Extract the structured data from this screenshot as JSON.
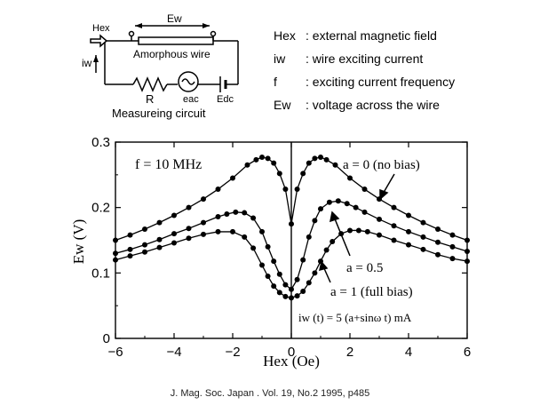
{
  "circuit": {
    "title": "Measureing circuit",
    "wire_label": "Amorphous wire",
    "hex_label": "Hex",
    "ew_label": "Ew",
    "iw_label": "iw",
    "r_label": "R",
    "eac_label": "eac",
    "edc_label": "Edc"
  },
  "legend": [
    {
      "symbol": "Hex",
      "sub": "ex",
      "text": ": external magnetic field"
    },
    {
      "symbol": "iw",
      "sub": "w",
      "text": ": wire exciting current"
    },
    {
      "symbol": "f",
      "sub": "",
      "text": ": exciting current frequency"
    },
    {
      "symbol": "Ew",
      "sub": "w",
      "text": ": voltage across the wire"
    }
  ],
  "caption": "J. Mag. Soc. Japan . Vol. 19, No.2 1995, p485",
  "chart_data": {
    "type": "line",
    "xlabel": "Hex  (Oe)",
    "ylabel": "Ew  (V)",
    "xlim": [
      -6,
      6
    ],
    "ylim": [
      0,
      0.3
    ],
    "xticks": [
      -6,
      -4,
      -2,
      0,
      2,
      4,
      6
    ],
    "yticks": [
      0,
      0.1,
      0.2,
      0.3
    ],
    "ytick_labels": [
      "0",
      "0.1",
      "0.2",
      "0.3"
    ],
    "grid": false,
    "annotations": {
      "freq": "f = 10 MHz",
      "current": "iw (t) = 5 (a+sinω t) mA"
    },
    "series": [
      {
        "name": "a = 0  (no bias)",
        "x": [
          -6,
          -5.5,
          -5,
          -4.5,
          -4,
          -3.5,
          -3,
          -2.5,
          -2,
          -1.5,
          -1.2,
          -1,
          -0.8,
          -0.6,
          -0.4,
          -0.2,
          0,
          0.2,
          0.4,
          0.6,
          0.8,
          1,
          1.2,
          1.5,
          2,
          2.5,
          3,
          3.5,
          4,
          4.5,
          5,
          5.5,
          6
        ],
        "values": [
          0.15,
          0.158,
          0.167,
          0.177,
          0.188,
          0.2,
          0.213,
          0.228,
          0.245,
          0.265,
          0.273,
          0.277,
          0.275,
          0.268,
          0.252,
          0.228,
          0.175,
          0.228,
          0.252,
          0.268,
          0.275,
          0.277,
          0.273,
          0.265,
          0.245,
          0.228,
          0.213,
          0.2,
          0.188,
          0.177,
          0.167,
          0.158,
          0.15
        ]
      },
      {
        "name": "a = 0.5",
        "x": [
          -6,
          -5.5,
          -5,
          -4.5,
          -4,
          -3.5,
          -3,
          -2.5,
          -2.2,
          -1.9,
          -1.6,
          -1.3,
          -1,
          -0.8,
          -0.6,
          -0.4,
          -0.2,
          0,
          0.2,
          0.4,
          0.6,
          0.8,
          1,
          1.3,
          1.6,
          1.9,
          2.2,
          2.5,
          3,
          3.5,
          4,
          4.5,
          5,
          5.5,
          6
        ],
        "values": [
          0.13,
          0.136,
          0.143,
          0.151,
          0.16,
          0.168,
          0.177,
          0.186,
          0.19,
          0.193,
          0.192,
          0.184,
          0.163,
          0.14,
          0.118,
          0.098,
          0.082,
          0.075,
          0.09,
          0.12,
          0.155,
          0.18,
          0.198,
          0.208,
          0.21,
          0.206,
          0.2,
          0.193,
          0.182,
          0.172,
          0.163,
          0.155,
          0.147,
          0.14,
          0.133
        ]
      },
      {
        "name": "a = 1  (full bias)",
        "x": [
          -6,
          -5.5,
          -5,
          -4.5,
          -4,
          -3.5,
          -3,
          -2.5,
          -2,
          -1.6,
          -1.3,
          -1,
          -0.8,
          -0.6,
          -0.4,
          -0.2,
          0,
          0.2,
          0.4,
          0.6,
          0.8,
          1,
          1.2,
          1.4,
          1.7,
          2,
          2.3,
          2.6,
          3,
          3.5,
          4,
          4.5,
          5,
          5.5,
          6
        ],
        "values": [
          0.12,
          0.126,
          0.132,
          0.139,
          0.146,
          0.153,
          0.159,
          0.163,
          0.163,
          0.155,
          0.138,
          0.112,
          0.095,
          0.08,
          0.07,
          0.064,
          0.062,
          0.065,
          0.072,
          0.085,
          0.1,
          0.118,
          0.135,
          0.148,
          0.16,
          0.165,
          0.165,
          0.163,
          0.158,
          0.15,
          0.143,
          0.136,
          0.128,
          0.122,
          0.118
        ]
      }
    ]
  }
}
